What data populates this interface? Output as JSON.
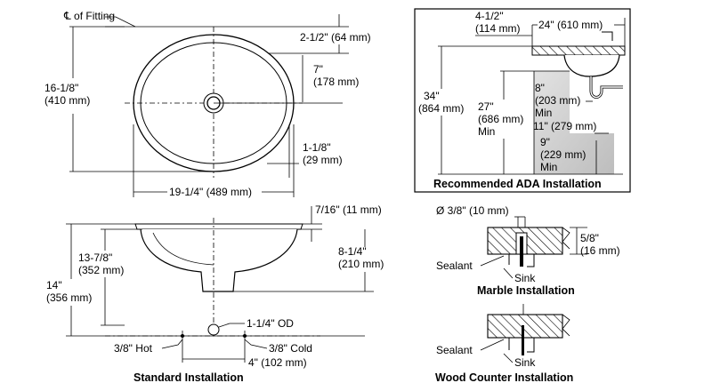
{
  "plan": {
    "centerline": "℄ of Fitting",
    "dim_front_gap": "2-1/2\" (64 mm)",
    "dim_drain_in": "7\"",
    "dim_drain_mm": "(178 mm)",
    "dim_total_depth_in": "16-1/8\"",
    "dim_total_depth_mm": "(410 mm)",
    "dim_rim_in": "1-1/8\"",
    "dim_rim_mm": "(29 mm)",
    "dim_width": "19-1/4\" (489 mm)"
  },
  "section": {
    "dim_rim_thickness": "7/16\" (11 mm)",
    "dim_bowl_in": "13-7/8\"",
    "dim_bowl_mm": "(352 mm)",
    "dim_total_in": "14\"",
    "dim_total_mm": "(356 mm)",
    "dim_side_in": "8-1/4\"",
    "dim_side_mm": "(210 mm)",
    "drain_od": "1-1/4\" OD",
    "hot": "3/8\" Hot",
    "cold": "3/8\" Cold",
    "spacing": "4\" (102 mm)",
    "caption": "Standard Installation"
  },
  "ada": {
    "dim_setback_in": "4-1/2\"",
    "dim_setback_mm": "(114 mm)",
    "dim_depth": "24\" (610 mm)",
    "dim_height_in": "34\"",
    "dim_height_mm": "(864 mm)",
    "dim_knee_in": "27\"",
    "dim_knee_mm": "(686 mm)",
    "dim_knee_min": "Min",
    "dim_toe_in": "8\"",
    "dim_toe_mm": "(203 mm)",
    "dim_toe_min": "Min",
    "dim_knee_depth": "11\" (279 mm)",
    "dim_toe_h_in": "9\"",
    "dim_toe_h_mm": "(229 mm)",
    "dim_toe_h_min": "Min",
    "caption": "Recommended ADA Installation"
  },
  "marble": {
    "hole": "Ø 3/8\" (10 mm)",
    "dim_thick_in": "5/8\"",
    "dim_thick_mm": "(16 mm)",
    "sealant": "Sealant",
    "sink": "Sink",
    "caption": "Marble Installation"
  },
  "wood": {
    "sealant": "Sealant",
    "sink": "Sink",
    "caption": "Wood Counter Installation"
  }
}
